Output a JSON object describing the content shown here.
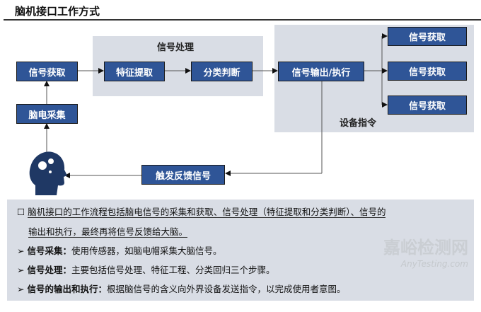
{
  "title": "脑机接口工作方式",
  "diagram": {
    "processing_label": "信号处理",
    "device_label": "设备指令",
    "acquire": "信号获取",
    "eeg": "脑电采集",
    "feature": "特征提取",
    "classify": "分类判断",
    "output": "信号输出/执行",
    "devices": [
      "信号获取",
      "信号获取",
      "信号获取"
    ],
    "feedback": "触发反馈信号"
  },
  "notes": {
    "summary_line1": "脑机接口的工作流程包括脑电信号的采集和获取、信号处理（特征提取和分类判断）、信号的",
    "summary_line2": "输出和执行，最终再将信号反馈给大脑。",
    "bullets": [
      {
        "head": "信号采集：",
        "body": "使用传感器，如脑电帽采集大脑信号。"
      },
      {
        "head": "信号处理：",
        "body": "主要包括信号处理、特征工程、分类回归三个步骤。"
      },
      {
        "head": "信号的输出和执行：",
        "body": "根据脑信号的含义向外界设备发送指令，以完成使用者意图。"
      }
    ]
  },
  "watermark": {
    "cn": "嘉峪检测网",
    "en": "AnyTesting.com"
  }
}
